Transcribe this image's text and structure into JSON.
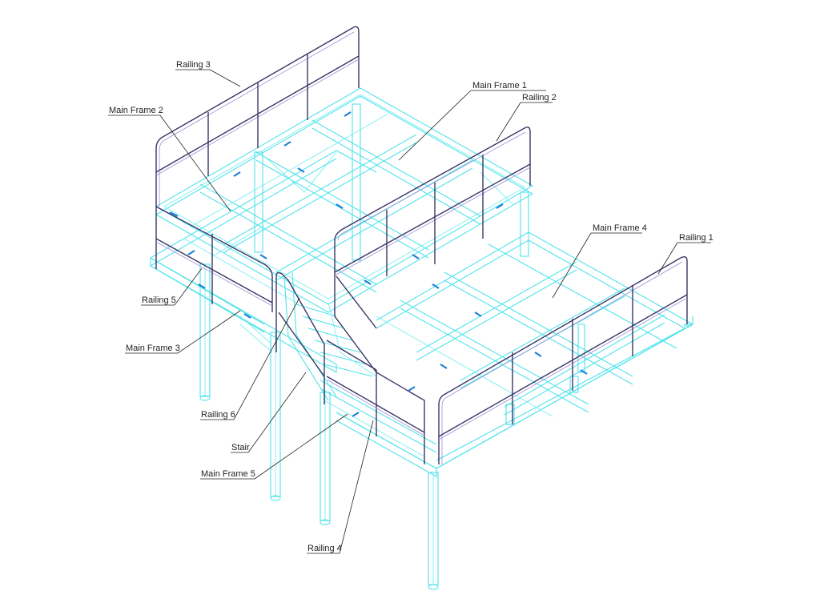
{
  "callouts": {
    "railing_3": "Railing 3",
    "main_frame_2": "Main Frame 2",
    "main_frame_1": "Main Frame 1",
    "railing_2": "Railing 2",
    "main_frame_4": "Main Frame 4",
    "railing_1": "Railing 1",
    "railing_5": "Railing 5",
    "main_frame_3": "Main Frame 3",
    "railing_6": "Railing 6",
    "stair": "Stair",
    "main_frame_5": "Main Frame 5",
    "railing_4": "Railing 4"
  },
  "colors": {
    "frame": "#4fe3ea",
    "railing": "#3a3566",
    "clip": "#1f7fd6",
    "leader": "#222222"
  }
}
